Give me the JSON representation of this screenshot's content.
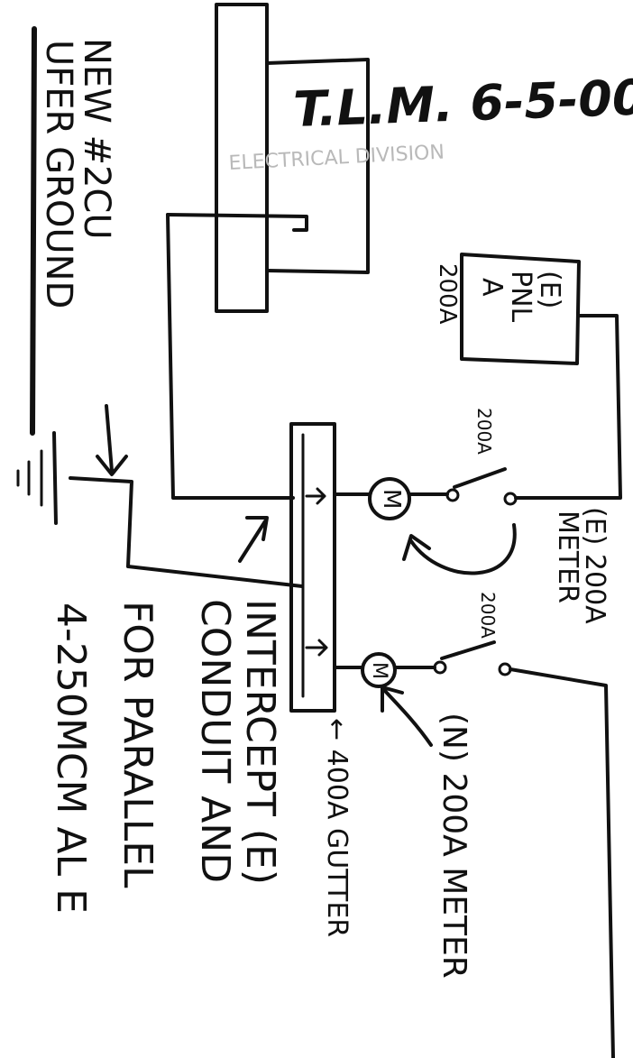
{
  "stamp": {
    "initials_date": "T.L.M. 6-5-00",
    "division": "ELECTRICAL DIVISION"
  },
  "labels": {
    "ground_note_line1": "NEW #2CU",
    "ground_note_line2": "UFER GROUND",
    "existing_panel_line1": "(E)",
    "existing_panel_line2": "PNL",
    "existing_panel_line3": "A",
    "existing_panel_line4": "200A",
    "breaker_existing": "200A",
    "breaker_new": "200A",
    "meter_symbol": "M",
    "existing_meter_line1": "(E) 200A",
    "existing_meter_line2": "METER",
    "new_meter": "(N) 200A METER",
    "gutter": "← 400A GUTTER",
    "note_line1": "INTERCEPT (E)",
    "note_line2": "CONDUIT AND",
    "note_line3": "FOR PARALLEL",
    "note_line4": "4-250MCM AL E"
  }
}
